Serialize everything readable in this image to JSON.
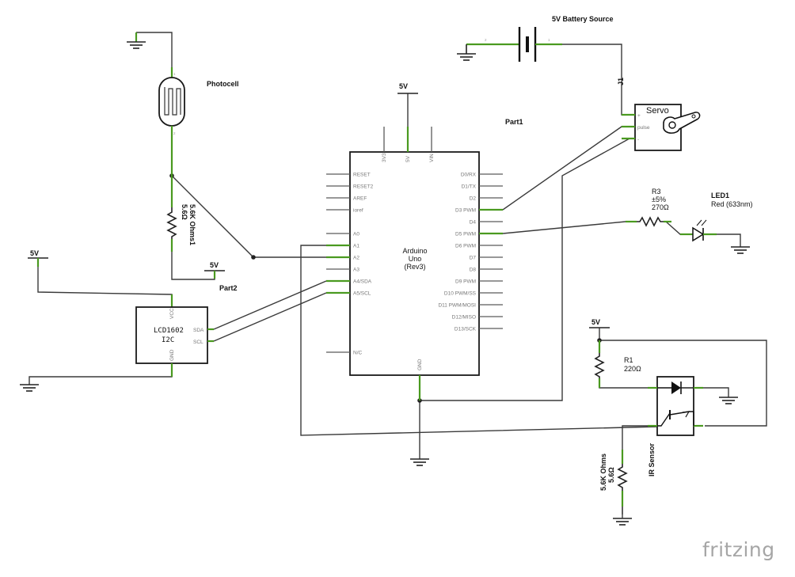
{
  "labels": {
    "battery": "5V Battery Source",
    "battery_ref": "J1",
    "photocell": "Photocell",
    "part1": "Part1",
    "part2": "Part2",
    "servo": "Servo",
    "servo_pins": [
      "+",
      "pulse",
      "-"
    ],
    "arduino": [
      "Arduino",
      "Uno",
      "(Rev3)"
    ],
    "r3": [
      "R3",
      "±5%",
      "270Ω"
    ],
    "led": [
      "LED1",
      "Red (633nm)"
    ],
    "r1": [
      "R1",
      "220Ω"
    ],
    "ir_sensor": "IR Sensor",
    "r_photo": [
      "5.6K Ohms1",
      "5.6Ω"
    ],
    "r_ir": [
      "5.6K Ohms",
      "5.6Ω"
    ],
    "lcd": [
      "LCD1602",
      "I2C"
    ],
    "lcd_pins": {
      "vcc": "VCC",
      "gnd": "GND",
      "sda": "SDA",
      "scl": "SCL"
    },
    "power": "5V",
    "brand": "fritzing"
  },
  "arduino_pins": {
    "left": [
      "RESET",
      "RESET2",
      "AREF",
      "ioref",
      "A0",
      "A1",
      "A2",
      "A3",
      "A4/SDA",
      "A5/SCL",
      "N/C"
    ],
    "right": [
      "D0/RX",
      "D1/TX",
      "D2",
      "D3 PWM",
      "D4",
      "D5 PWM",
      "D6 PWM",
      "D7",
      "D8",
      "D9 PWM",
      "D10 PWM/SS",
      "D11 PWM/MOSI",
      "D12/MISO",
      "D13/SCK"
    ],
    "top": [
      "3V3",
      "5V",
      "VIN"
    ],
    "bottom": "GND"
  },
  "colors": {
    "wire": "#3a3a3a",
    "pin_connected": "#4a9a20",
    "pin": "#5a5a5a",
    "brand": "#a6a6a6"
  }
}
